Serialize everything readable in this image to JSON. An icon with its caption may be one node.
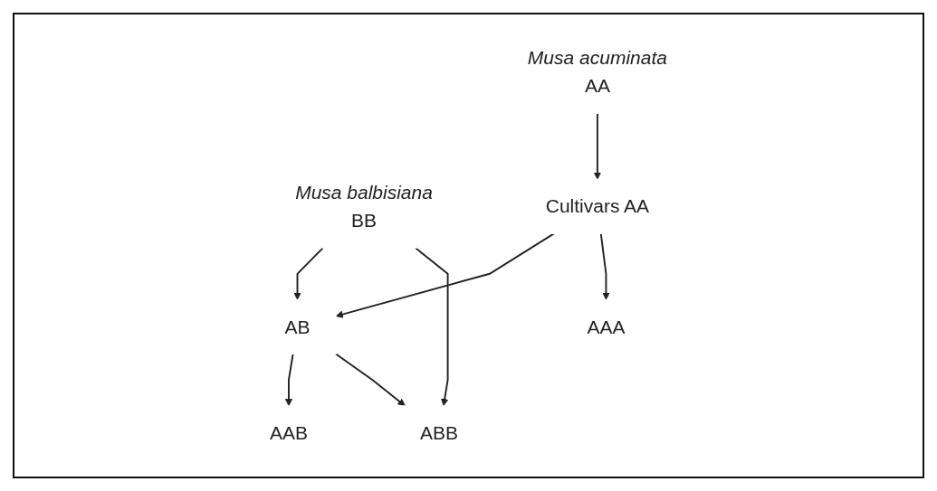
{
  "diagram": {
    "nodes": [
      {
        "text": [
          "Musa acuminata",
          "AA"
        ]
      },
      {
        "text": [
          "Musa balbisiana",
          "BB"
        ]
      },
      {
        "text": [
          "Cultivars AA"
        ]
      },
      {
        "text": [
          "AB"
        ]
      },
      {
        "text": [
          "AAA"
        ]
      },
      {
        "text": [
          "AAB"
        ]
      },
      {
        "text": [
          "ABB"
        ]
      }
    ],
    "edges": [
      {
        "from": 0,
        "to": 2,
        "arrow": "to"
      },
      {
        "from": 1,
        "to": 3,
        "arrow": "to"
      },
      {
        "from": 1,
        "to": 6,
        "arrow": "to"
      },
      {
        "from": 2,
        "to": 3,
        "arrow": "to"
      },
      {
        "from": 2,
        "to": 4,
        "arrow": "to"
      },
      {
        "from": 3,
        "to": 5,
        "arrow": "to"
      },
      {
        "from": 3,
        "to": 6,
        "arrow": "to"
      }
    ]
  }
}
